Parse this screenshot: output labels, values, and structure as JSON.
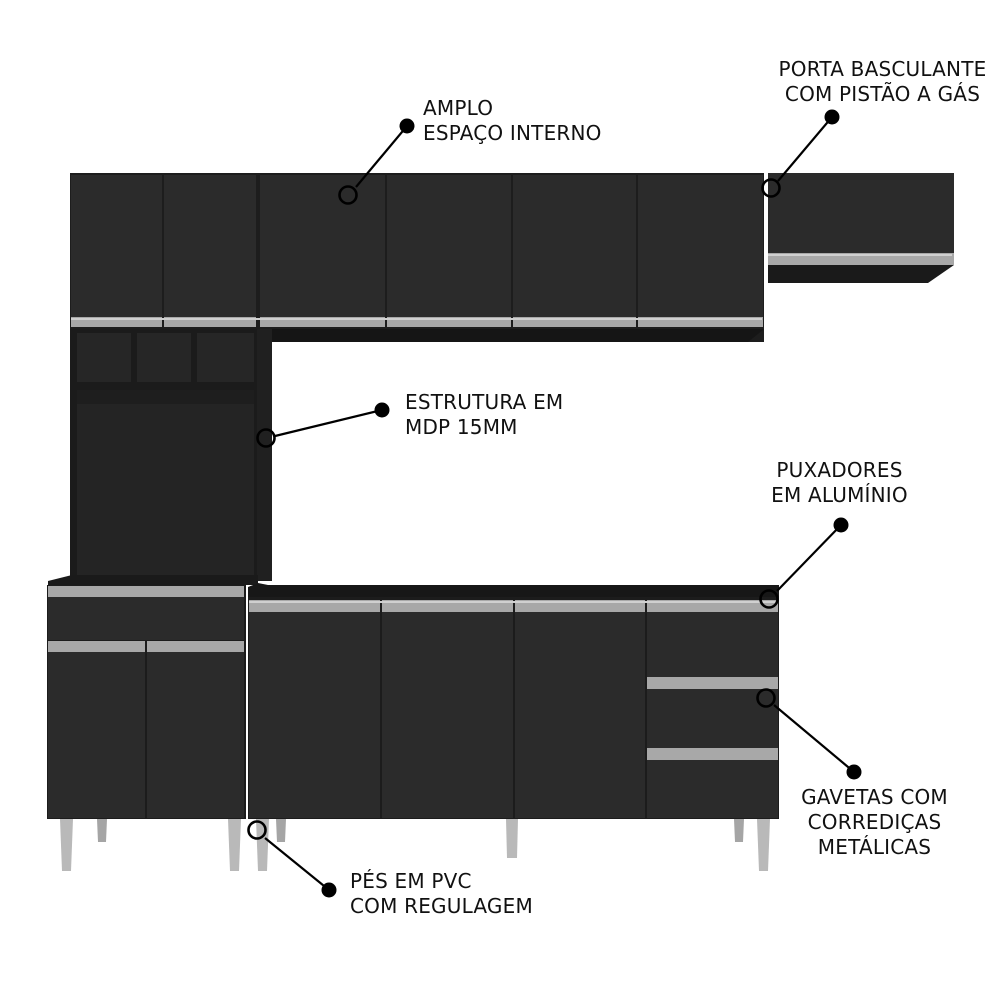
{
  "colors": {
    "cabinet": "#2a2a2a",
    "cabinet_dark": "#1c1c1c",
    "interior": "#262626",
    "handle": "#a9a9a9",
    "handle_light": "#d2d2d2",
    "leg": "#b8b8b8",
    "leader": "#000000"
  },
  "callouts": {
    "amplo": {
      "line1": "AMPLO",
      "line2": "ESPAÇO INTERNO"
    },
    "porta": {
      "line1": "PORTA BASCULANTE",
      "line2": "COM PISTÃO A GÁS"
    },
    "estrutura": {
      "line1": "ESTRUTURA EM",
      "line2": "MDP 15MM"
    },
    "puxadores": {
      "line1": "PUXADORES",
      "line2": "EM ALUMÍNIO"
    },
    "gavetas": {
      "line1": "GAVETAS COM",
      "line2": "CORREDIÇAS",
      "line3": "METÁLICAS"
    },
    "pes": {
      "line1": "PÉS EM PVC",
      "line2": "COM REGULAGEM"
    }
  }
}
